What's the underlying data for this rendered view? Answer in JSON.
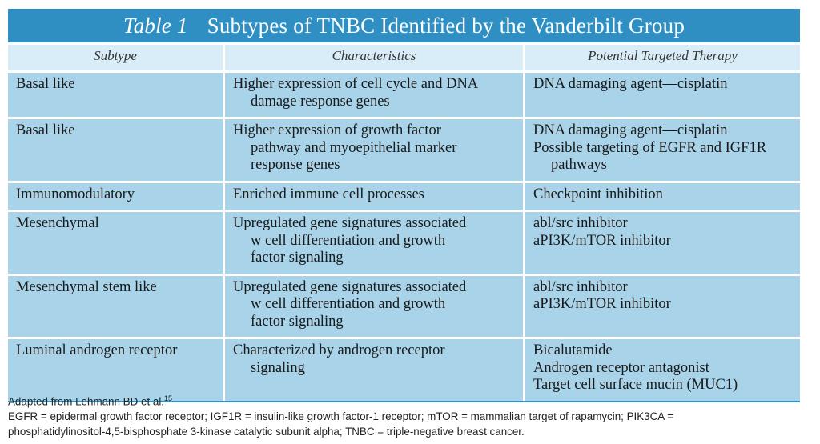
{
  "table": {
    "label": "Table 1",
    "title": "Subtypes of TNBC Identified by the Vanderbilt Group",
    "columns": [
      "Subtype",
      "Characteristics",
      "Potential Targeted Therapy"
    ],
    "rows": [
      {
        "subtype": "Basal like",
        "characteristics": [
          "Higher expression of cell cycle and DNA",
          "damage response genes"
        ],
        "therapy": [
          "DNA damaging agent—cisplatin"
        ]
      },
      {
        "subtype": "Basal like",
        "characteristics": [
          "Higher expression of growth factor",
          "pathway and myoepithelial marker",
          "response genes"
        ],
        "therapy": [
          "DNA damaging agent—cisplatin",
          "Possible targeting of EGFR and IGF1R",
          "pathways"
        ]
      },
      {
        "subtype": "Immunomodulatory",
        "characteristics": [
          "Enriched immune cell processes"
        ],
        "therapy": [
          "Checkpoint inhibition"
        ]
      },
      {
        "subtype": "Mesenchymal",
        "characteristics": [
          "Upregulated gene signatures associated",
          "w cell differentiation and growth",
          "factor signaling"
        ],
        "therapy": [
          "abl/src inhibitor",
          "aPI3K/mTOR inhibitor"
        ]
      },
      {
        "subtype": "Mesenchymal stem like",
        "characteristics": [
          "Upregulated gene signatures associated",
          "w cell differentiation and growth",
          "factor signaling"
        ],
        "therapy": [
          "abl/src inhibitor",
          "aPI3K/mTOR inhibitor"
        ]
      },
      {
        "subtype": "Luminal androgen receptor",
        "characteristics": [
          "Characterized by androgen receptor",
          "signaling"
        ],
        "therapy": [
          "Bicalutamide",
          "Androgen receptor antagonist",
          "Target cell surface mucin (MUC1)"
        ]
      }
    ]
  },
  "footnotes": {
    "adapted": "Adapted from Lehmann BD et al.",
    "ref": "15",
    "abbreviations_1": "EGFR = epidermal growth factor receptor; IGF1R = insulin-like growth factor-1 receptor; mTOR = mammalian target of rapamycin; PIK3CA =",
    "abbreviations_2": "phosphatidylinositol-4,5-bisphosphate 3-kinase catalytic subunit alpha; TNBC = triple-negative breast cancer."
  },
  "colors": {
    "title_bar": "#2f8fc2",
    "header_row": "#d8edf7",
    "body_cells": "#a9d3e9"
  }
}
